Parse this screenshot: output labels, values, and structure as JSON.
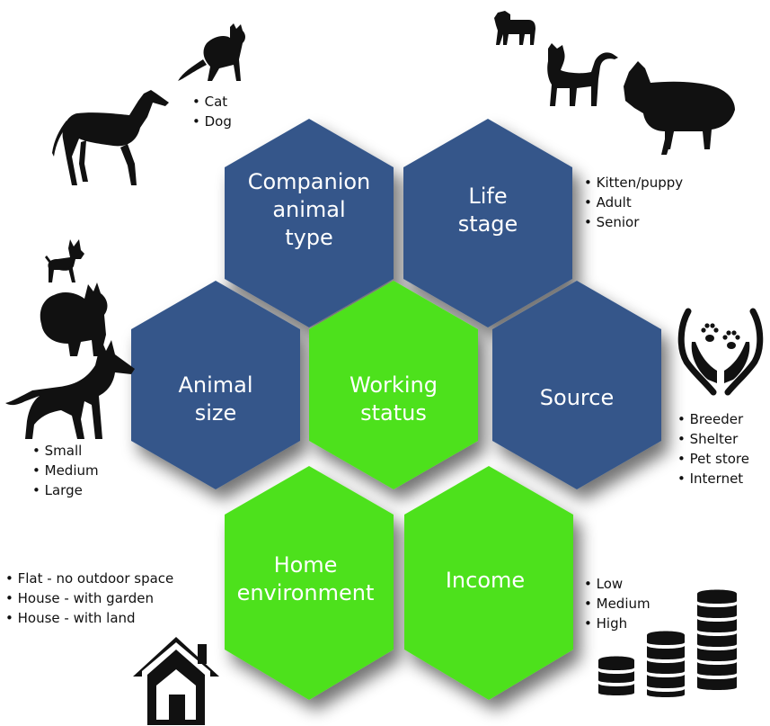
{
  "hexagons": {
    "companion_type": {
      "lines": [
        "Companion",
        "animal",
        "type"
      ],
      "color": "#34578a"
    },
    "life_stage": {
      "lines": [
        "Life",
        "stage"
      ],
      "color": "#34578a"
    },
    "animal_size": {
      "lines": [
        "Animal",
        "size"
      ],
      "color": "#34578a"
    },
    "working_status": {
      "lines": [
        "Working",
        "status"
      ],
      "color": "#4ee11c"
    },
    "source": {
      "lines": [
        "Source"
      ],
      "color": "#34578a"
    },
    "home_environment": {
      "lines": [
        "Home",
        "environment"
      ],
      "color": "#4ee11c"
    },
    "income": {
      "lines": [
        "Income"
      ],
      "color": "#4ee11c"
    }
  },
  "lists": {
    "animal_type": [
      "Cat",
      "Dog"
    ],
    "life_stage": [
      "Kitten/puppy",
      "Adult",
      "Senior"
    ],
    "animal_size": [
      "Small",
      "Medium",
      "Large"
    ],
    "source": [
      "Breeder",
      "Shelter",
      "Pet store",
      "Internet"
    ],
    "home_environment": [
      "Flat - no outdoor space",
      "House - with garden",
      "House - with land"
    ],
    "income": [
      "Low",
      "Medium",
      "High"
    ]
  },
  "icons": [
    "cat-icon",
    "greyhound-dog-icon",
    "small-dog-icon",
    "cat-icon",
    "fluffy-dog-icon",
    "chihuahua-icon",
    "spitz-dog-icon",
    "shepherd-dog-icon",
    "hands-paws-icon",
    "house-icon",
    "coin-stacks-icon"
  ],
  "colors": {
    "blue_hex": "#34578a",
    "green_hex": "#4ee11c",
    "shadow": "#9a9a9a",
    "silhouette": "#111111"
  }
}
